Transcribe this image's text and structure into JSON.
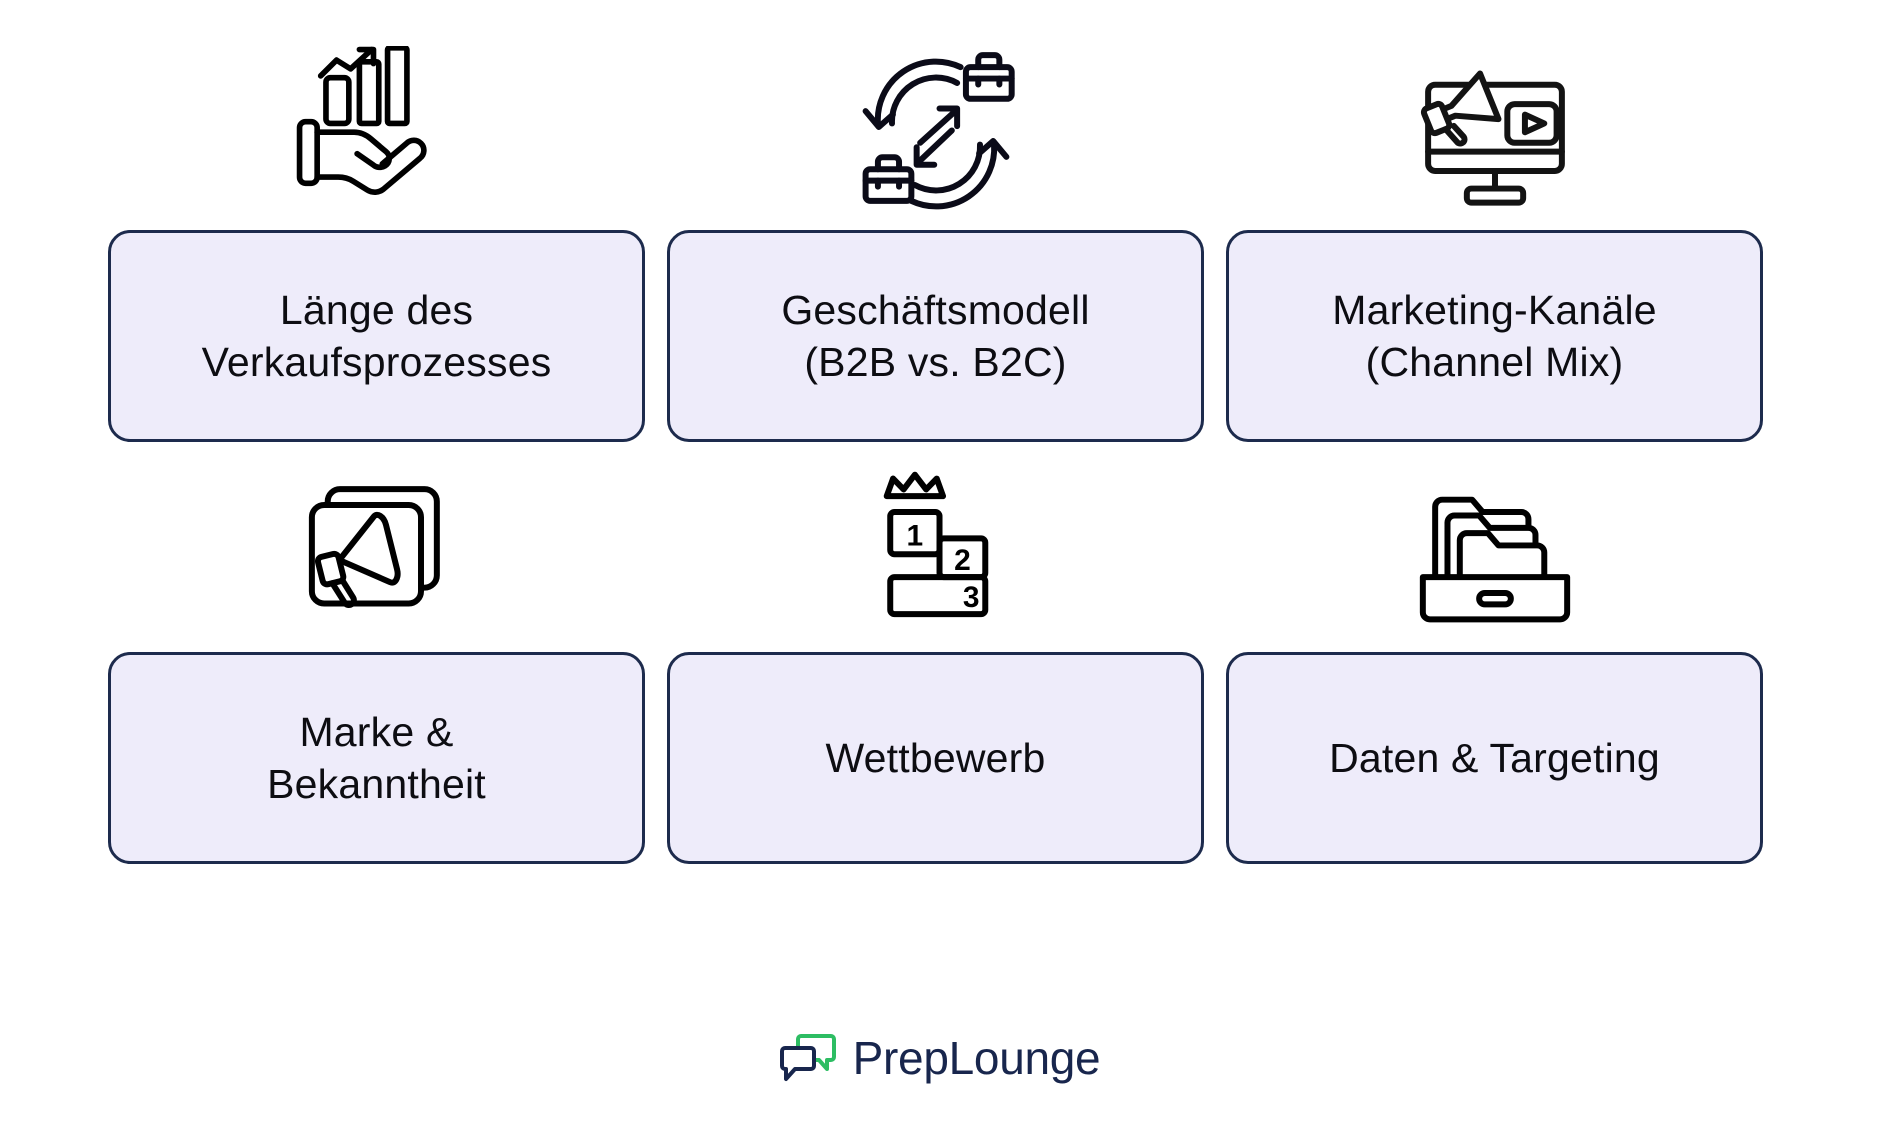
{
  "brand": {
    "logo_text": "PrepLounge",
    "logo_icon": "speech-bubbles-icon",
    "accent_green": "#2dbd63",
    "accent_navy": "#18264d"
  },
  "theme": {
    "background": "#ffffff",
    "card_fill": "#eeecfa",
    "card_border": "#1d2b4d",
    "text_color": "#0d0d12",
    "icon_stroke": "#000000"
  },
  "cards": [
    {
      "icon": "hand-holding-growth-chart-icon",
      "line1": "Länge des",
      "line2": "Verkaufsprozesses"
    },
    {
      "icon": "briefcase-exchange-icon",
      "line1": "Geschäftsmodell",
      "line2": "(B2B vs. B2C)"
    },
    {
      "icon": "monitor-megaphone-play-icon",
      "line1": "Marketing-Kanäle",
      "line2": "(Channel Mix)"
    },
    {
      "icon": "megaphone-frames-icon",
      "line1": "Marke &",
      "line2": "Bekanntheit"
    },
    {
      "icon": "podium-crown-icon",
      "line1": "Wettbewerb",
      "line2": ""
    },
    {
      "icon": "file-drawer-folders-icon",
      "line1": "Daten & Targeting",
      "line2": ""
    }
  ],
  "podium_labels": {
    "first": "1",
    "second": "2",
    "third": "3"
  }
}
